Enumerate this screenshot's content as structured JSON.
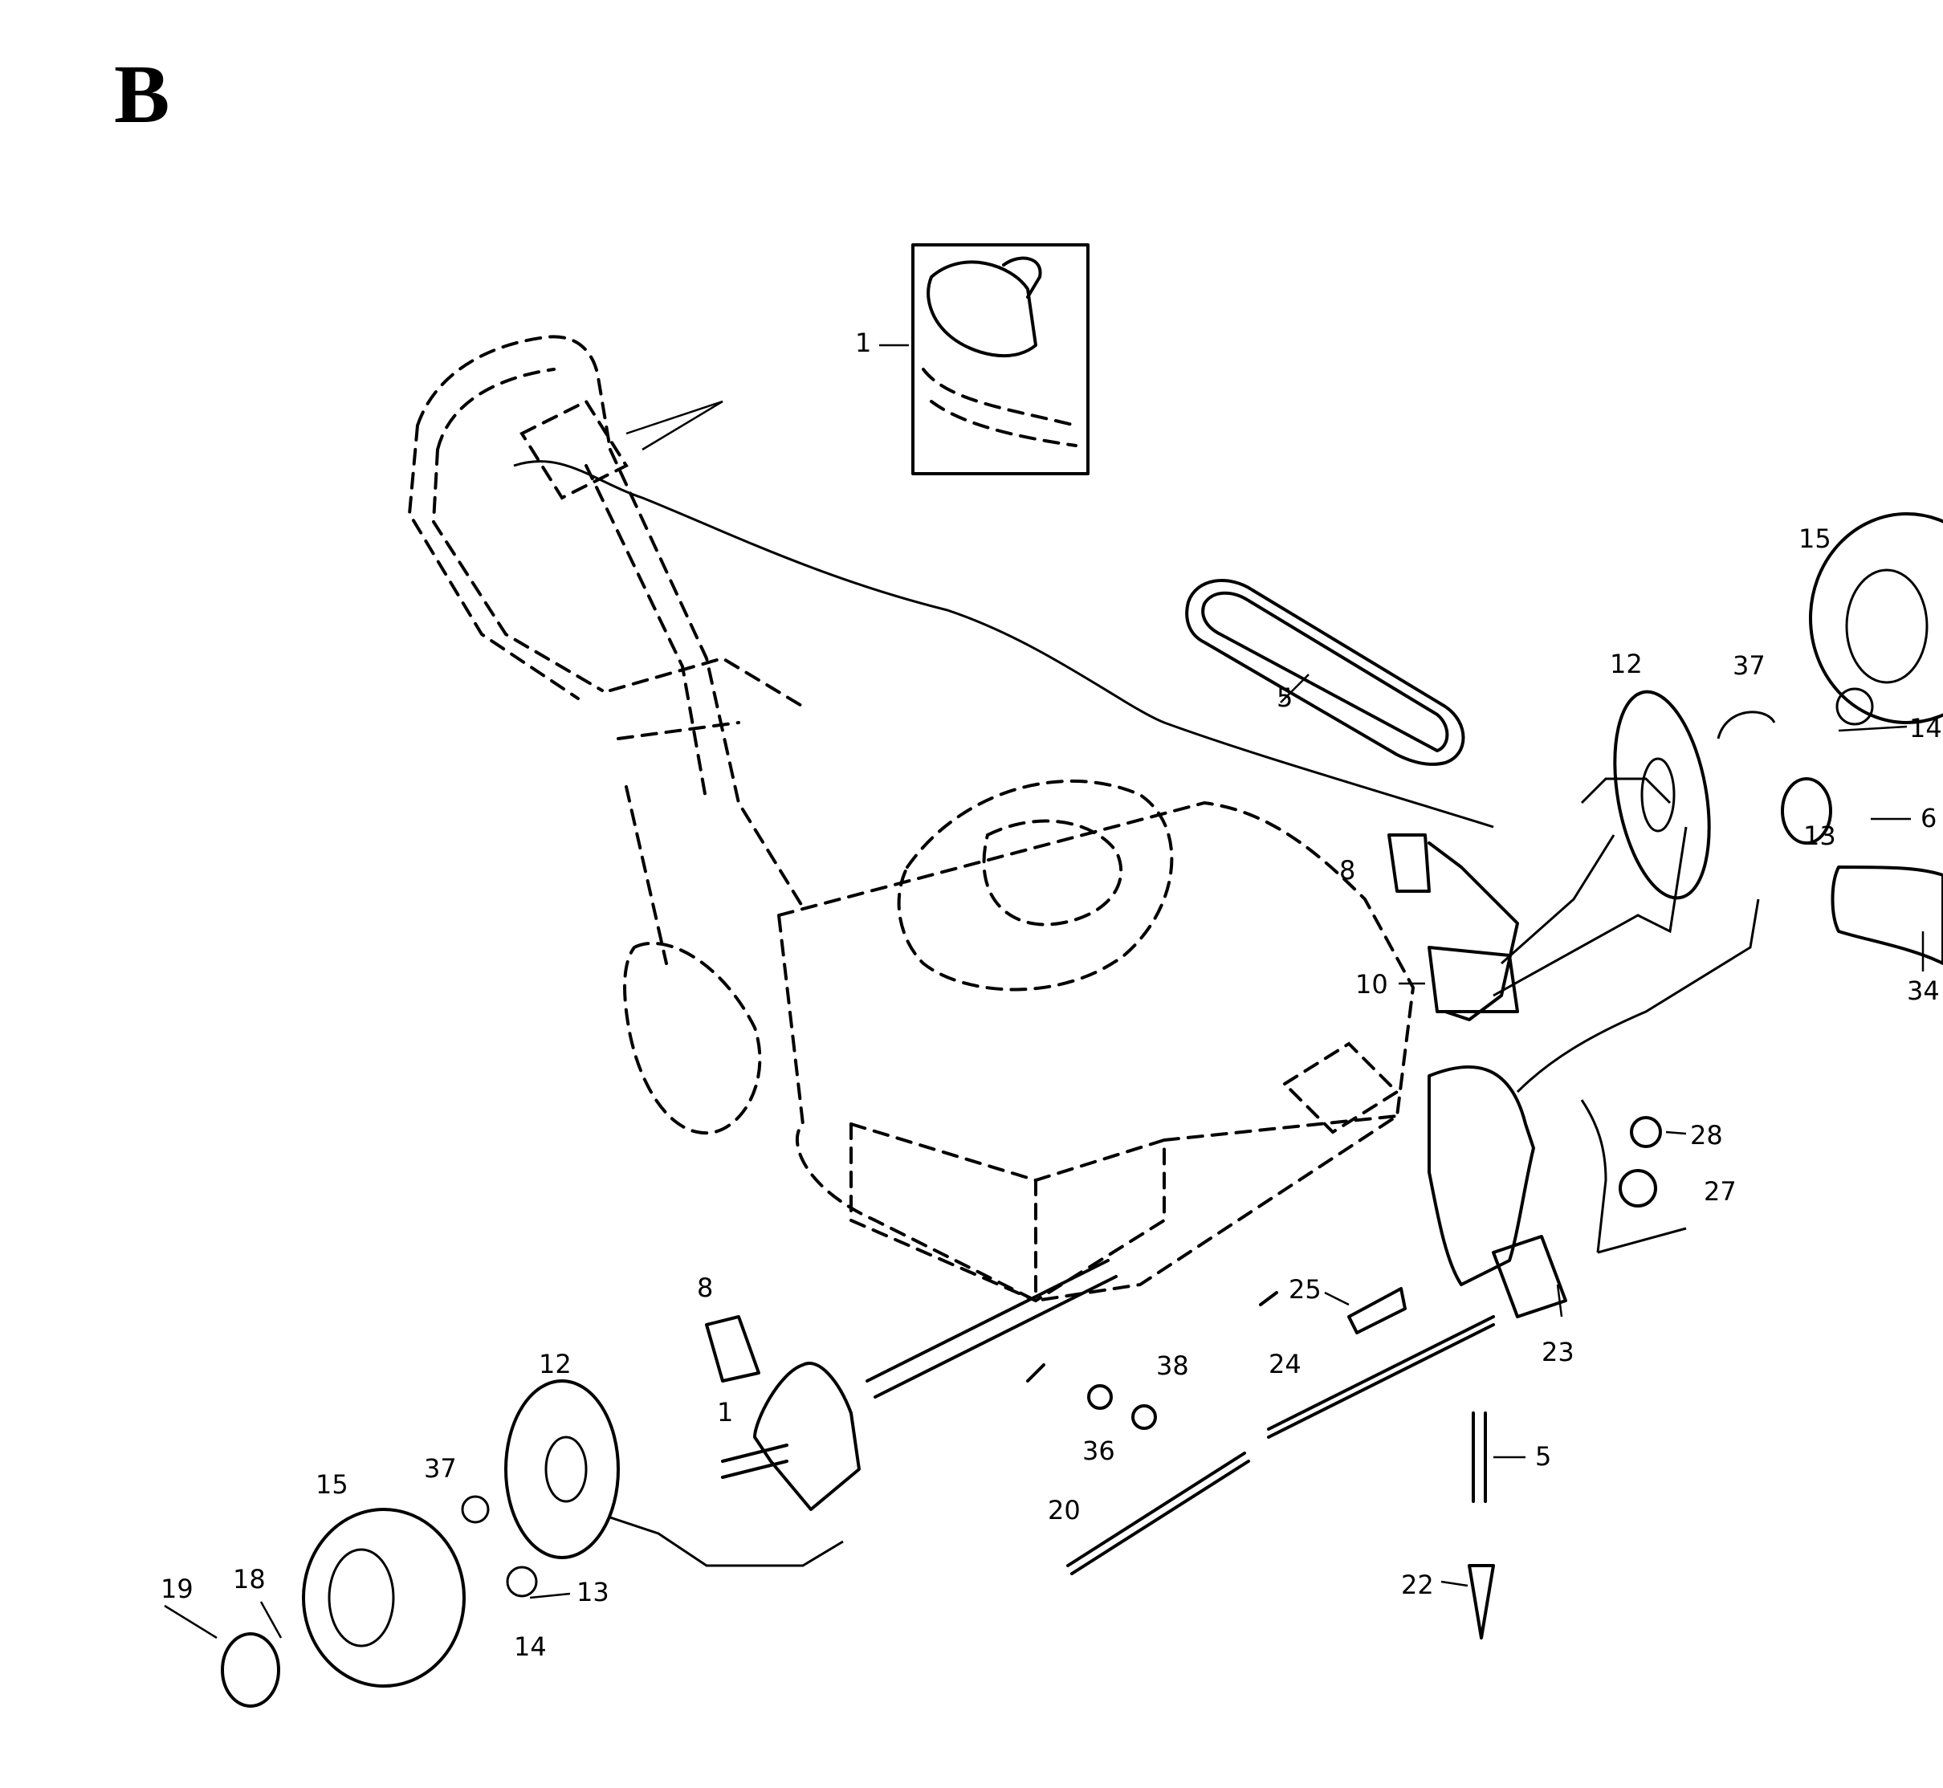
{
  "page": {
    "section_label": "B"
  },
  "callouts": {
    "c1_top": "1",
    "c1_bottom": "1",
    "c5_belt": "5",
    "c5_vertical": "5",
    "c6": "6",
    "c8_top": "8",
    "c8_bottom": "8",
    "c10": "10",
    "c12_top": "12",
    "c12_bottom": "12",
    "c13_right": "13",
    "c13_left": "13",
    "c14_right": "14",
    "c14_left": "14",
    "c15_right": "15",
    "c15_left": "15",
    "c18": "18",
    "c19": "19",
    "c20": "20",
    "c22": "22",
    "c23": "23",
    "c24": "24",
    "c25": "25",
    "c27": "27",
    "c28": "28",
    "c34": "34",
    "c36": "36",
    "c37_right": "37",
    "c37_left": "37",
    "c38": "38"
  }
}
